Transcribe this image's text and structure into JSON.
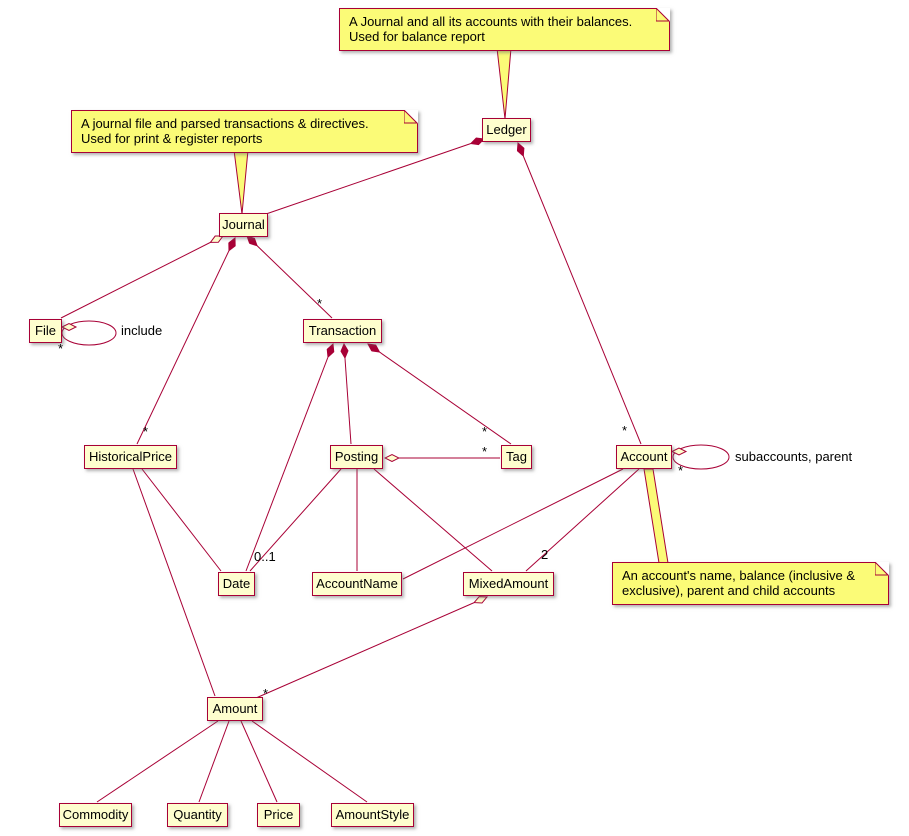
{
  "diagram": {
    "type": "uml-class-diagram",
    "subject": "Ledger / Journal data model",
    "colors": {
      "background": "#FFFFFF",
      "node_fill": "#FEFECE",
      "node_border": "#A80036",
      "note_fill": "#FBFB77",
      "note_border": "#A80036",
      "edge": "#A80036"
    }
  },
  "nodes": {
    "ledger": "Ledger",
    "journal": "Journal",
    "file": "File",
    "transaction": "Transaction",
    "historical_price": "HistoricalPrice",
    "posting": "Posting",
    "tag": "Tag",
    "account": "Account",
    "date": "Date",
    "account_name": "AccountName",
    "mixed_amount": "MixedAmount",
    "amount": "Amount",
    "commodity": "Commodity",
    "quantity": "Quantity",
    "price": "Price",
    "amount_style": "AmountStyle"
  },
  "notes": {
    "ledger_note": {
      "line1": "A Journal and all its accounts with their balances.",
      "line2": "Used for balance report"
    },
    "journal_note": {
      "line1": "A journal file and parsed transactions & directives.",
      "line2": "Used for print & register reports"
    },
    "account_note": {
      "line1": "An account's name, balance (inclusive &",
      "line2": "exclusive), parent and child accounts"
    }
  },
  "labels": {
    "star": "*",
    "zero_or_one": "0..1",
    "two": "2",
    "include": "include",
    "subaccounts_parent": "subaccounts, parent"
  },
  "relationships": [
    {
      "owner": "Ledger",
      "member": "Journal",
      "kind": "composition",
      "multiplicity": ""
    },
    {
      "owner": "Ledger",
      "member": "Account",
      "kind": "composition",
      "multiplicity": "*"
    },
    {
      "owner": "Journal",
      "member": "File",
      "kind": "aggregation",
      "multiplicity": ""
    },
    {
      "owner": "Journal",
      "member": "Transaction",
      "kind": "composition",
      "multiplicity": "*"
    },
    {
      "owner": "Journal",
      "member": "HistoricalPrice",
      "kind": "composition",
      "multiplicity": "*"
    },
    {
      "owner": "File",
      "member": "File",
      "kind": "aggregation",
      "multiplicity": "*",
      "label": "include"
    },
    {
      "owner": "Transaction",
      "member": "Date",
      "kind": "composition",
      "multiplicity": "0..1"
    },
    {
      "owner": "Transaction",
      "member": "Posting",
      "kind": "composition",
      "multiplicity": ""
    },
    {
      "owner": "Transaction",
      "member": "Tag",
      "kind": "composition",
      "multiplicity": "*"
    },
    {
      "owner": "Posting",
      "member": "Tag",
      "kind": "aggregation",
      "multiplicity": "*"
    },
    {
      "owner": "Posting",
      "member": "Date",
      "kind": "association",
      "multiplicity": ""
    },
    {
      "owner": "Posting",
      "member": "AccountName",
      "kind": "association",
      "multiplicity": ""
    },
    {
      "owner": "Posting",
      "member": "MixedAmount",
      "kind": "association",
      "multiplicity": ""
    },
    {
      "owner": "Account",
      "member": "Account",
      "kind": "aggregation",
      "multiplicity": "*",
      "label": "subaccounts, parent"
    },
    {
      "owner": "Account",
      "member": "AccountName",
      "kind": "association",
      "multiplicity": ""
    },
    {
      "owner": "Account",
      "member": "MixedAmount",
      "kind": "association",
      "multiplicity": "2"
    },
    {
      "owner": "MixedAmount",
      "member": "Amount",
      "kind": "aggregation",
      "multiplicity": "*"
    },
    {
      "owner": "HistoricalPrice",
      "member": "Date",
      "kind": "association",
      "multiplicity": ""
    },
    {
      "owner": "HistoricalPrice",
      "member": "Amount",
      "kind": "association",
      "multiplicity": ""
    },
    {
      "owner": "Amount",
      "member": "Commodity",
      "kind": "association",
      "multiplicity": ""
    },
    {
      "owner": "Amount",
      "member": "Quantity",
      "kind": "association",
      "multiplicity": ""
    },
    {
      "owner": "Amount",
      "member": "Price",
      "kind": "association",
      "multiplicity": ""
    },
    {
      "owner": "Amount",
      "member": "AmountStyle",
      "kind": "association",
      "multiplicity": ""
    }
  ]
}
